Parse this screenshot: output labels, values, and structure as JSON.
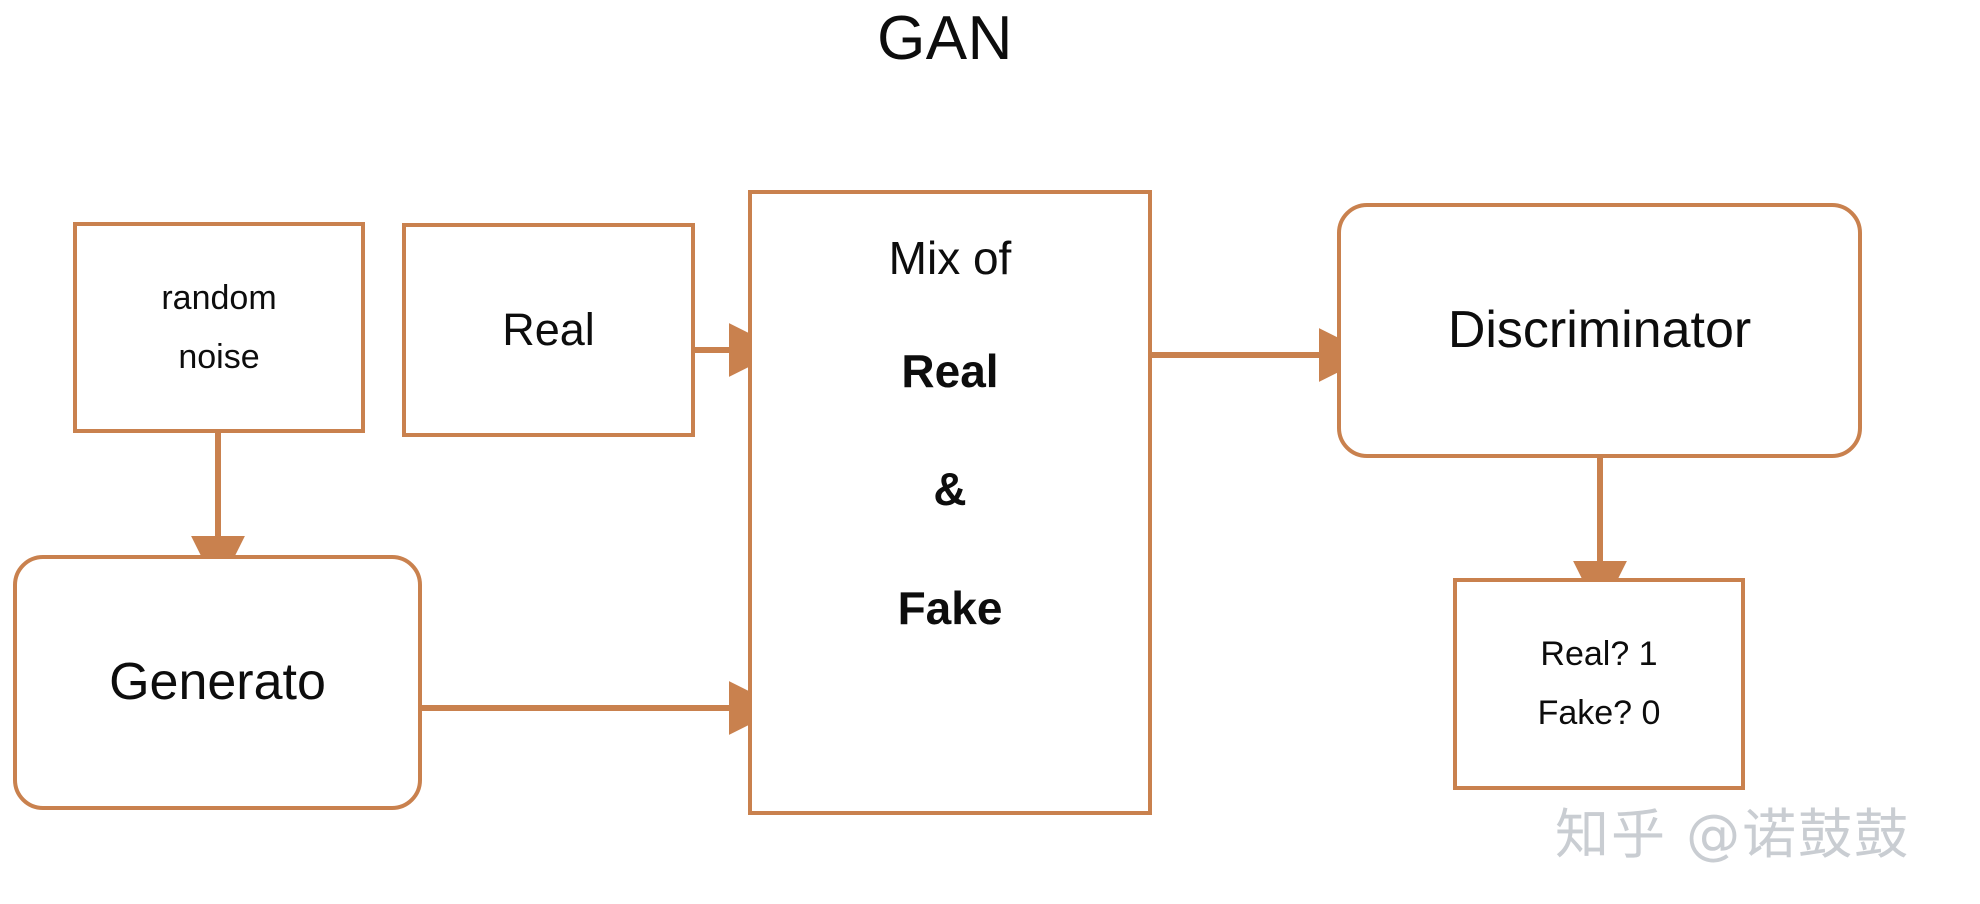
{
  "diagram": {
    "title": "GAN",
    "background_color": "#ffffff",
    "accent_color": "#c9814e",
    "text_color": "#0d0d0d",
    "watermark_color": "#c9cdd2"
  },
  "nodes": {
    "random_noise": {
      "line1": "random",
      "line2": "noise",
      "shape": "rectangle"
    },
    "real": {
      "label": "Real",
      "shape": "rectangle"
    },
    "mix": {
      "line1": "Mix of",
      "line2": "Real",
      "line3": "&",
      "line4": "Fake",
      "shape": "rectangle"
    },
    "discriminator": {
      "label": "Discriminator",
      "shape": "rounded-rectangle"
    },
    "generator": {
      "label": "Generato",
      "shape": "rounded-rectangle"
    },
    "output": {
      "line1": "Real? 1",
      "line2": "Fake? 0",
      "shape": "rectangle"
    }
  },
  "connectors": [
    {
      "id": "random-noise-to-generator",
      "from": "random_noise",
      "to": "generator",
      "direction": "down"
    },
    {
      "id": "real-to-mix",
      "from": "real",
      "to": "mix",
      "direction": "right"
    },
    {
      "id": "generator-to-mix",
      "from": "generator",
      "to": "mix",
      "direction": "right"
    },
    {
      "id": "mix-to-discriminator",
      "from": "mix",
      "to": "discriminator",
      "direction": "right"
    },
    {
      "id": "discriminator-to-output",
      "from": "discriminator",
      "to": "output",
      "direction": "down"
    }
  ],
  "watermark": {
    "text": "知乎 @诺鼓鼓"
  }
}
